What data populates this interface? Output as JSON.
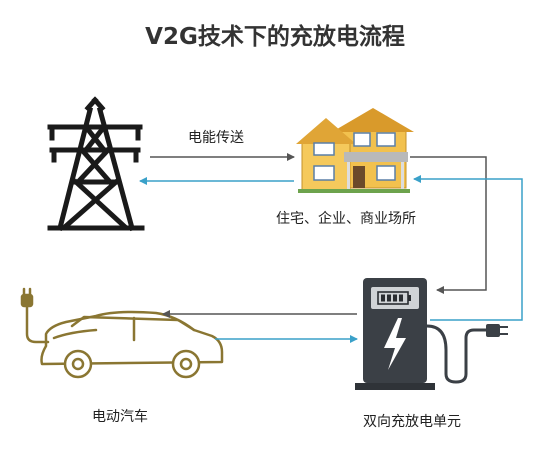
{
  "title": "V2G技术下的充放电流程",
  "labels": {
    "power_transmission": "电能传送",
    "buildings": "住宅、企业、商业场所",
    "ev": "电动汽车",
    "charger": "双向充放电单元"
  },
  "colors": {
    "dark_line": "#555555",
    "blue_line": "#3aa1c9",
    "tower": "#1a1a1a",
    "house_wall": "#f2c14e",
    "house_roof": "#d99a2b",
    "car_outline": "#8a7632",
    "charger_body": "#3b4046",
    "title_text": "#333333"
  },
  "icons": [
    "power-tower-icon",
    "house-icon",
    "car-icon",
    "charger-icon",
    "plug-icon",
    "bolt-icon",
    "battery-icon"
  ]
}
